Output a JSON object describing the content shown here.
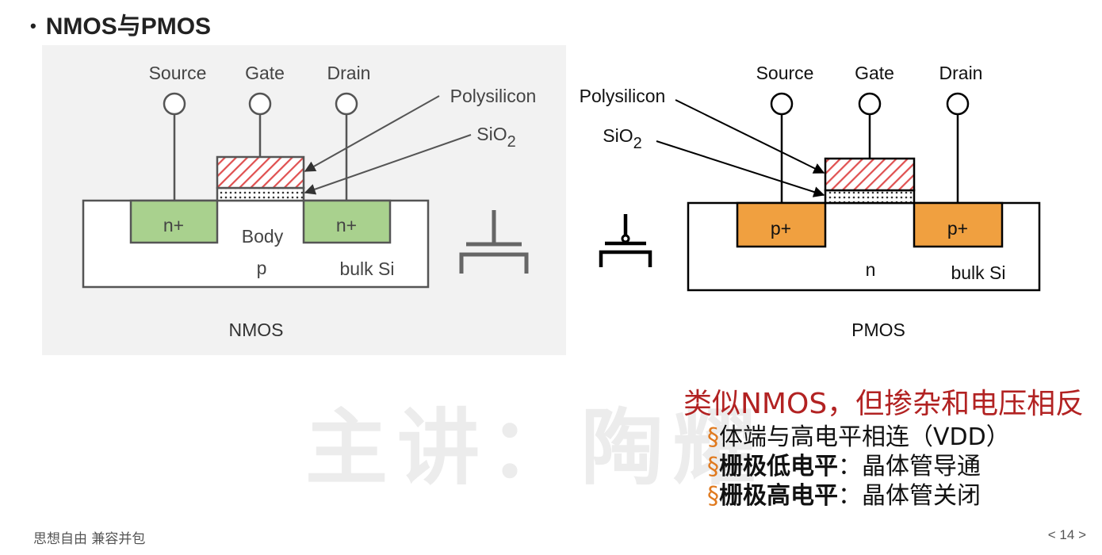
{
  "heading": {
    "bullet": "•",
    "text": "NMOS与PMOS"
  },
  "watermark": {
    "main": "主讲：陶耀"
  },
  "nmos": {
    "terminals": [
      "Source",
      "Gate",
      "Drain"
    ],
    "polysilicon": "Polysilicon",
    "sio2_base": "SiO",
    "sio2_sub": "2",
    "left_diffusion": "n+",
    "right_diffusion": "n+",
    "body": "Body",
    "body_type": "p",
    "substrate": "bulk Si",
    "caption": "NMOS"
  },
  "pmos": {
    "terminals": [
      "Source",
      "Gate",
      "Drain"
    ],
    "polysilicon": "Polysilicon",
    "sio2_base": "SiO",
    "sio2_sub": "2",
    "left_diffusion": "p+",
    "right_diffusion": "p+",
    "body_type": "n",
    "substrate": "bulk Si",
    "caption": "PMOS"
  },
  "notes": {
    "title": "类似NMOS，但掺杂和电压相反",
    "items": [
      {
        "section": "§",
        "bold": "",
        "text": "体端与高电平相连（VDD）"
      },
      {
        "section": "§",
        "bold": "栅极低电平",
        "text": "：晶体管导通"
      },
      {
        "section": "§",
        "bold": "栅极高电平",
        "text": "：晶体管关闭"
      }
    ]
  },
  "footer": {
    "left": "思想自由 兼容并包",
    "page": "< 14 >"
  },
  "colors": {
    "nplus": "#a9d18e",
    "pplus": "#f0a040",
    "title_red": "#b22222",
    "section_orange": "#e07a1f",
    "hatch": "#e05050"
  }
}
